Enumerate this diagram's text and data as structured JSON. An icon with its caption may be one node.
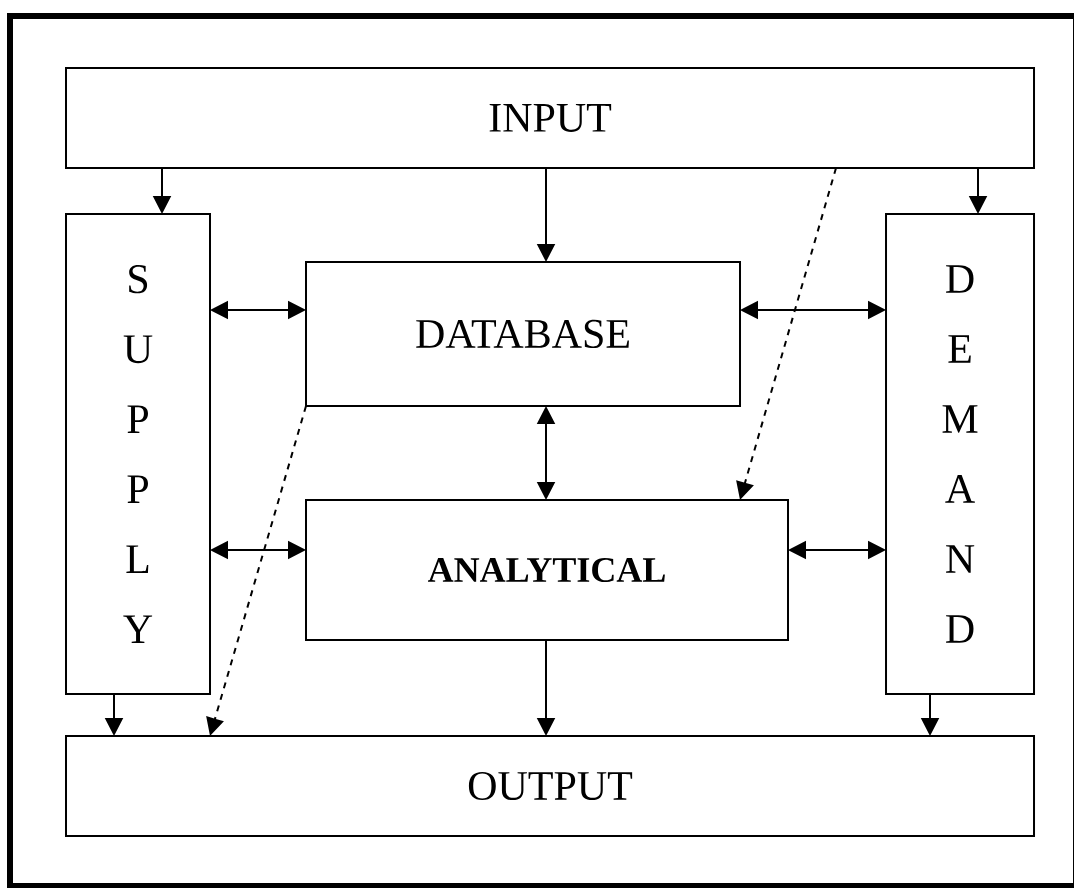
{
  "diagram": {
    "nodes": [
      {
        "text": [
          "INPUT"
        ]
      },
      {
        "text": [
          "SUPPLY"
        ]
      },
      {
        "text": [
          "DATABASE"
        ]
      },
      {
        "text": [
          "DEMAND"
        ]
      },
      {
        "text": [
          "ANALYTICAL"
        ]
      },
      {
        "text": [
          "OUTPUT"
        ]
      }
    ],
    "edges": [
      {
        "from": 0,
        "to": 1,
        "arrow": "to"
      },
      {
        "from": 0,
        "to": 2,
        "arrow": "to"
      },
      {
        "from": 0,
        "to": 3,
        "arrow": "to"
      },
      {
        "from": 0,
        "to": 4,
        "arrow": "to",
        "style": "dashed"
      },
      {
        "from": 1,
        "to": 2,
        "arrow": "both"
      },
      {
        "from": 2,
        "to": 3,
        "arrow": "both"
      },
      {
        "from": 2,
        "to": 4,
        "arrow": "both"
      },
      {
        "from": 1,
        "to": 4,
        "arrow": "both"
      },
      {
        "from": 4,
        "to": 3,
        "arrow": "both"
      },
      {
        "from": 1,
        "to": 5,
        "arrow": "to"
      },
      {
        "from": 2,
        "to": 5,
        "arrow": "to",
        "style": "dashed"
      },
      {
        "from": 4,
        "to": 5,
        "arrow": "to"
      },
      {
        "from": 3,
        "to": 5,
        "arrow": "to"
      }
    ]
  }
}
